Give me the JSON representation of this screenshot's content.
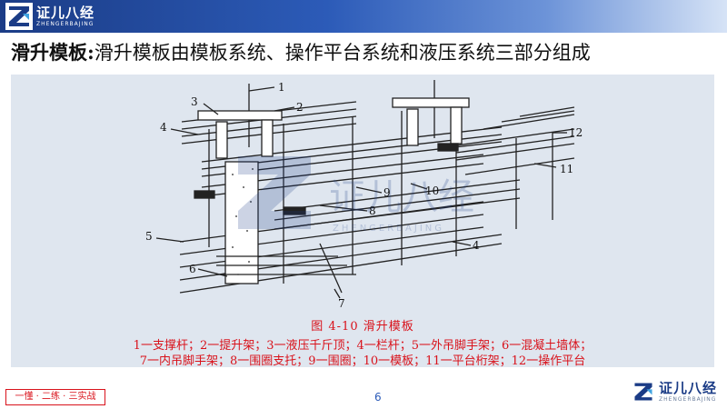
{
  "header": {
    "logo_text": "证儿八经",
    "logo_subtext": "ZHENGERBAJING"
  },
  "title": {
    "term": "滑升模板:",
    "rest": "滑升模板由模板系统、操作平台系统和液压系统三部分组成"
  },
  "diagram": {
    "callouts": [
      "1",
      "2",
      "3",
      "4",
      "5",
      "6",
      "7",
      "8",
      "9",
      "10",
      "11",
      "12"
    ],
    "watermark_text": "证儿八经",
    "watermark_subtext": "ZHENGERBAJING",
    "figure_title": "图 4-10   滑升模板",
    "legend_line1": "1一支撑杆；2一提升架；3一液压千斤顶；4一栏杆；5一外吊脚手架；6一混凝土墙体；",
    "legend_line2": "7一内吊脚手架；8一围圈支托；9一围圈；10一模板；11一平台桁架；12一操作平台"
  },
  "footer": {
    "tag": "一懂 · 二练 · 三实战",
    "page_number": "6",
    "logo_text": "证儿八经",
    "logo_subtext": "ZHENGERBAJING"
  },
  "colors": {
    "header_dark": "#1b3c86",
    "header_light": "#6c93d8",
    "caption_red": "#d9121b",
    "diagram_bg": "#dfe6ef"
  }
}
